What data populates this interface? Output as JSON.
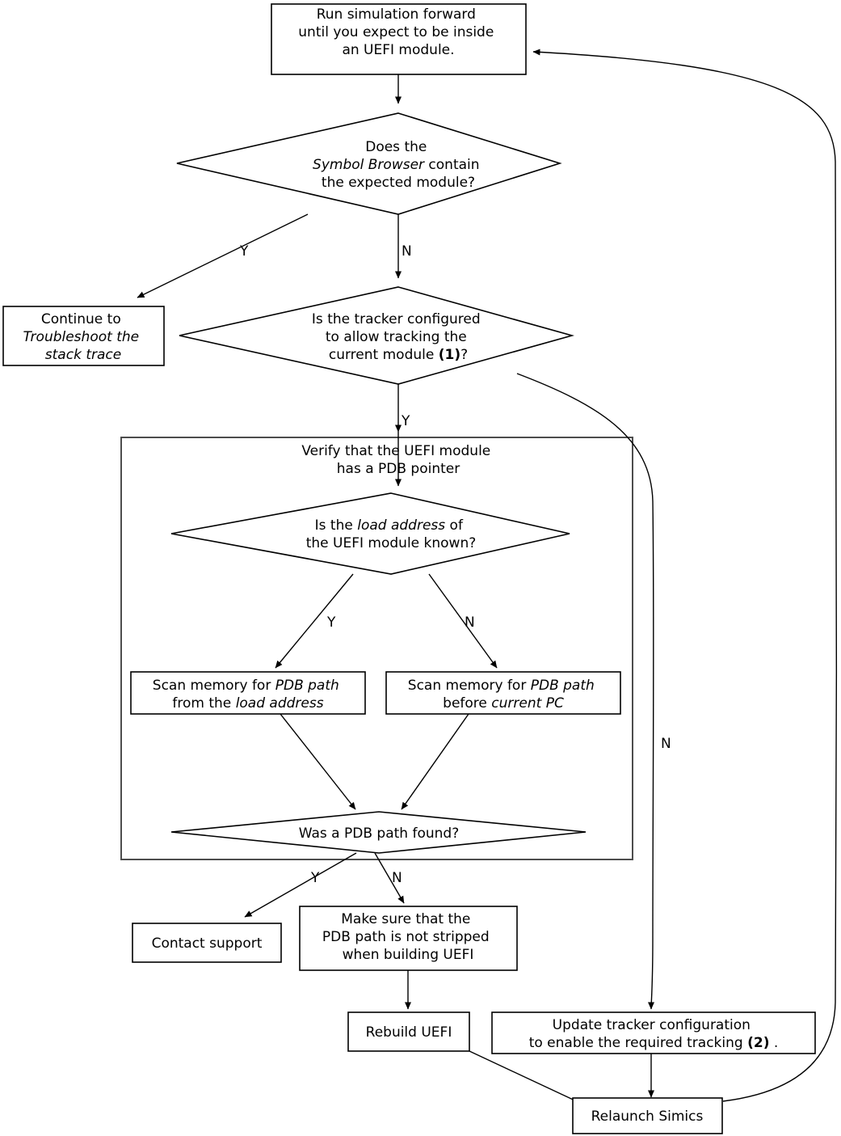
{
  "diagram": {
    "title": "UEFI module symbol tracking troubleshooting flowchart",
    "background": "#ffffff",
    "stroke_color": "#000000",
    "cluster_stroke_color": "#4d4d4d"
  },
  "nodes": {
    "run_simulation": {
      "shape": "box",
      "lines": [
        "Run simulation forward",
        "until you expect to be inside",
        "an UEFI module."
      ]
    },
    "symbol_browser_q": {
      "shape": "diamond",
      "lines": [
        "Does the",
        "Symbol Browser  contain",
        "the expected module?"
      ],
      "line2_pre": "",
      "line2_ital": "Symbol Browser",
      "line2_post": "  contain"
    },
    "continue_troubleshoot": {
      "shape": "box",
      "lines": [
        "Continue to",
        "Troubleshoot the",
        "stack trace"
      ],
      "ital_lines": [
        "Troubleshoot the",
        "stack trace"
      ]
    },
    "tracker_configured_q": {
      "shape": "diamond",
      "lines": [
        "Is the tracker configured",
        "to allow tracking the",
        "current module (1)?"
      ],
      "line3_pre": "current module ",
      "line3_bold": "(1)",
      "line3_post": "?"
    },
    "cluster_verify": {
      "shape": "cluster",
      "lines": [
        "Verify that the UEFI module",
        "has a PDB pointer"
      ]
    },
    "load_address_q": {
      "shape": "diamond",
      "line1_pre": "Is the ",
      "line1_ital": "load address",
      "line1_post": " of",
      "line2": "the UEFI module known?"
    },
    "scan_from_load_address": {
      "shape": "box",
      "line1_pre": "Scan memory for ",
      "line1_ital": "PDB path",
      "line2_pre": "from the ",
      "line2_ital": "load address"
    },
    "scan_before_pc": {
      "shape": "box",
      "line1_pre": "Scan memory for ",
      "line1_ital": "PDB path",
      "line2_pre": "before ",
      "line2_ital": "current PC"
    },
    "pdb_path_found_q": {
      "shape": "diamond",
      "lines": [
        "Was a PDB path found?"
      ]
    },
    "contact_support": {
      "shape": "box",
      "lines": [
        "Contact support"
      ]
    },
    "make_sure_not_stripped": {
      "shape": "box",
      "lines": [
        "Make sure that the",
        "PDB path is not stripped",
        "when building UEFI"
      ]
    },
    "rebuild_uefi": {
      "shape": "box",
      "lines": [
        "Rebuild UEFI"
      ]
    },
    "update_tracker_config": {
      "shape": "box",
      "lines": [
        "Update tracker configuration",
        "to enable the required tracking (2) ."
      ],
      "line2_pre": "to enable the required tracking ",
      "line2_bold": "(2)",
      "line2_post": " ."
    },
    "relaunch_simics": {
      "shape": "box",
      "lines": [
        "Relaunch Simics"
      ]
    }
  },
  "edge_labels": {
    "symbol_browser_yes": "Y",
    "symbol_browser_no": "N",
    "tracker_yes": "Y",
    "tracker_no": "N",
    "load_address_yes": "Y",
    "load_address_no": "N",
    "pdb_found_yes": "Y",
    "pdb_found_no": "N"
  }
}
